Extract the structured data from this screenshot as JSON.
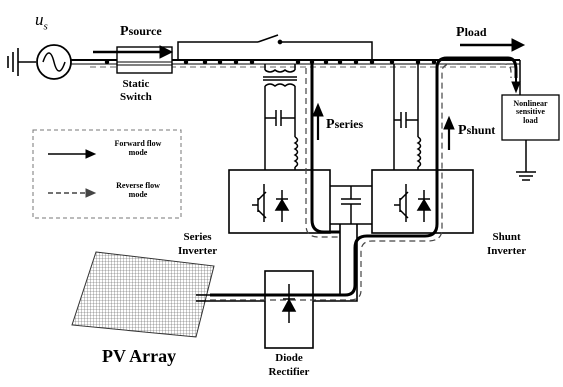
{
  "source_label": "u_s",
  "source_label_main": "u",
  "source_label_sub": "s",
  "labels": {
    "p_source": "Psource",
    "p_source_main": "P",
    "p_source_sub": "source",
    "p_load": "Pload",
    "p_load_main": "P",
    "p_load_sub": "load",
    "p_series": "Pseries",
    "p_series_main": "P",
    "p_series_sub": "series",
    "p_shunt": "Pshunt",
    "p_shunt_main": "P",
    "p_shunt_sub": "shunt",
    "static_switch": [
      "Static",
      "Switch"
    ],
    "series_inverter": [
      "Series",
      "Inverter"
    ],
    "shunt_inverter": [
      "Shunt",
      "Inverter"
    ],
    "load": [
      "Nonlinear",
      "sensitive",
      "load"
    ],
    "pv_array": "PV Array",
    "diode_rectifier": [
      "Diode",
      "Rectifier"
    ]
  },
  "legend": {
    "forward": [
      "Forward flow",
      "mode"
    ],
    "reverse": [
      "Reverse flow",
      "mode"
    ]
  }
}
